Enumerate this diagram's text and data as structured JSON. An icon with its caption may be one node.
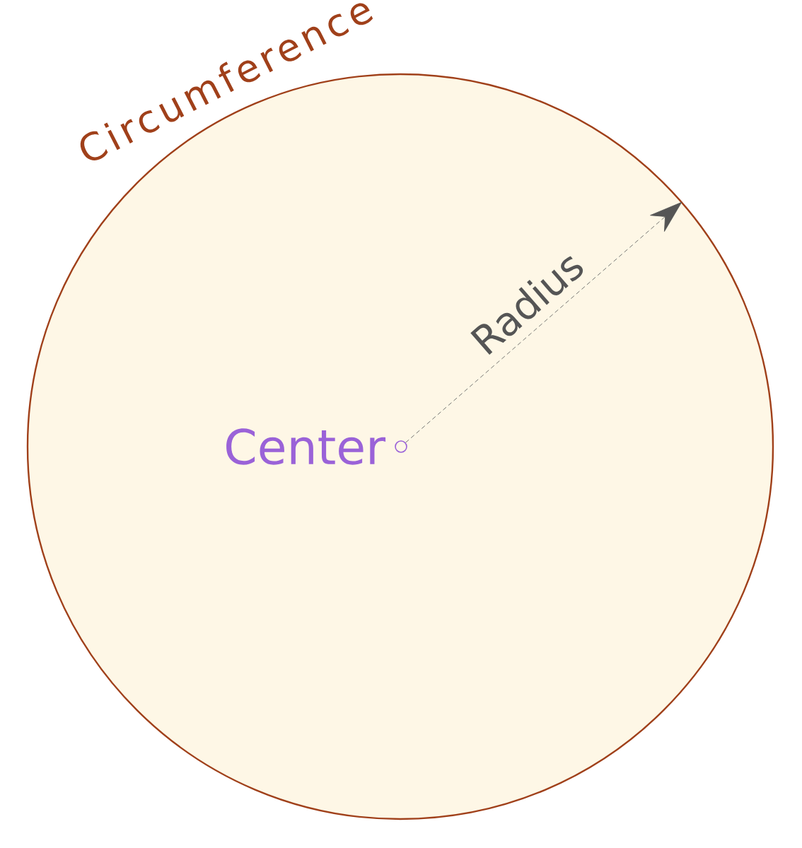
{
  "diagram": {
    "nodes": [
      {
        "text": [
          "Circumference"
        ]
      },
      {
        "text": [],
        "shape": "circle",
        "in": 0,
        "beside": [
          "Center"
        ]
      }
    ],
    "edges": [
      {
        "from": 1,
        "to": 0,
        "arrow": "to",
        "label": "Radius",
        "style": "dashed"
      }
    ]
  }
}
